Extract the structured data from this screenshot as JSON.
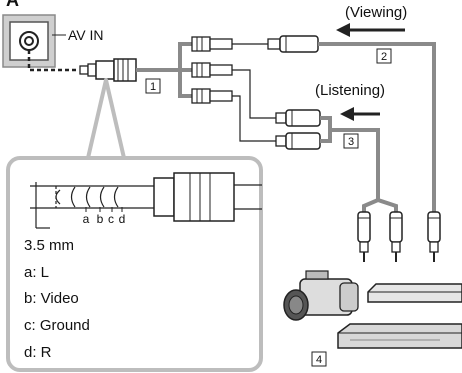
{
  "corner_label": "A",
  "av_in_label": "AV IN",
  "viewing_label": "(Viewing)",
  "listening_label": "(Listening)",
  "callouts": {
    "c1": "1",
    "c2": "2",
    "c3": "3",
    "c4": "4"
  },
  "plug_pins": {
    "a": "a",
    "b": "b",
    "c": "c",
    "d": "d"
  },
  "plug_size": "3.5 mm",
  "legend": [
    {
      "text": "a: L"
    },
    {
      "text": "b: Video"
    },
    {
      "text": "c: Ground"
    },
    {
      "text": "d: R"
    }
  ],
  "colors": {
    "cable": "#8a8a8a",
    "panel_border": "#bdbdbd",
    "jack_bg": "#cfcfcf"
  },
  "icons": [
    "av-in-jack-icon",
    "rca-connector-icon",
    "camcorder-icon",
    "dvd-player-icon",
    "blu-ray-recorder-icon",
    "arrow-left-icon"
  ]
}
